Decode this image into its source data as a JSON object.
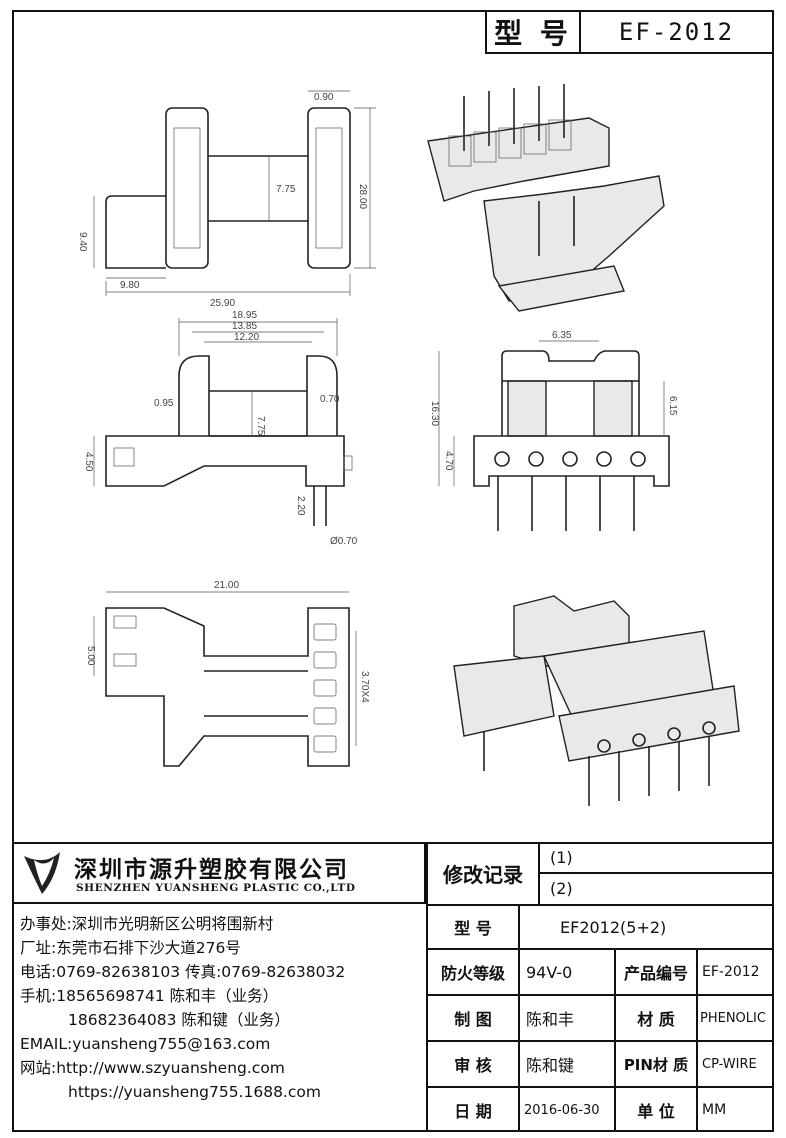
{
  "header": {
    "model_label": "型 号",
    "model_value": "EF-2012"
  },
  "drawing": {
    "dims": {
      "d1": "0.90",
      "d2": "7.75",
      "d3": "28.00",
      "d4": "9.40",
      "d5": "9.80",
      "d6": "25.90",
      "d7": "18.95",
      "d8": "13.85",
      "d9": "12.20",
      "d10": "0.95",
      "d11": "7.75",
      "d12": "0.70",
      "d13": "4.50",
      "d14": "2.20",
      "d15": "Ø0.70",
      "d16": "6.35",
      "d17": "16.30",
      "d18": "6.15",
      "d19": "4.70",
      "d20": "21.00",
      "d21": "5.00",
      "d22": "3.70X4"
    }
  },
  "company": {
    "name_cn": "深圳市源升塑胶有限公司",
    "name_en": "SHENZHEN YUANSHENG PLASTIC CO.,LTD",
    "office": "办事处:深圳市光明新区公明将围新村",
    "factory": "厂址:东莞市石排下沙大道276号",
    "phone": "电话:0769-82638103 传真:0769-82638032",
    "mobile1": "手机:18565698741 陈和丰（业务）",
    "mobile2": "18682364083 陈和键（业务）",
    "email": "EMAIL:yuansheng755@163.com",
    "web1": "网站:http://www.szyuansheng.com",
    "web2": "https://yuansheng755.1688.com"
  },
  "title_block": {
    "revision_label": "修改记录",
    "rev1": "(1)",
    "rev2": "(2)",
    "model_label": "型 号",
    "model_value": "EF2012(5+2)",
    "fire_label": "防火等级",
    "fire_value": "94V-0",
    "product_no_label": "产品编号",
    "product_no_value": "EF-2012",
    "draw_label": "制 图",
    "draw_value": "陈和丰",
    "material_label": "材 质",
    "material_value": "PHENOLIC",
    "review_label": "审 核",
    "review_value": "陈和键",
    "pin_material_label": "PIN材 质",
    "pin_material_value": "CP-WIRE",
    "date_label": "日 期",
    "date_value": "2016-06-30",
    "unit_label": "单 位",
    "unit_value": "MM"
  }
}
